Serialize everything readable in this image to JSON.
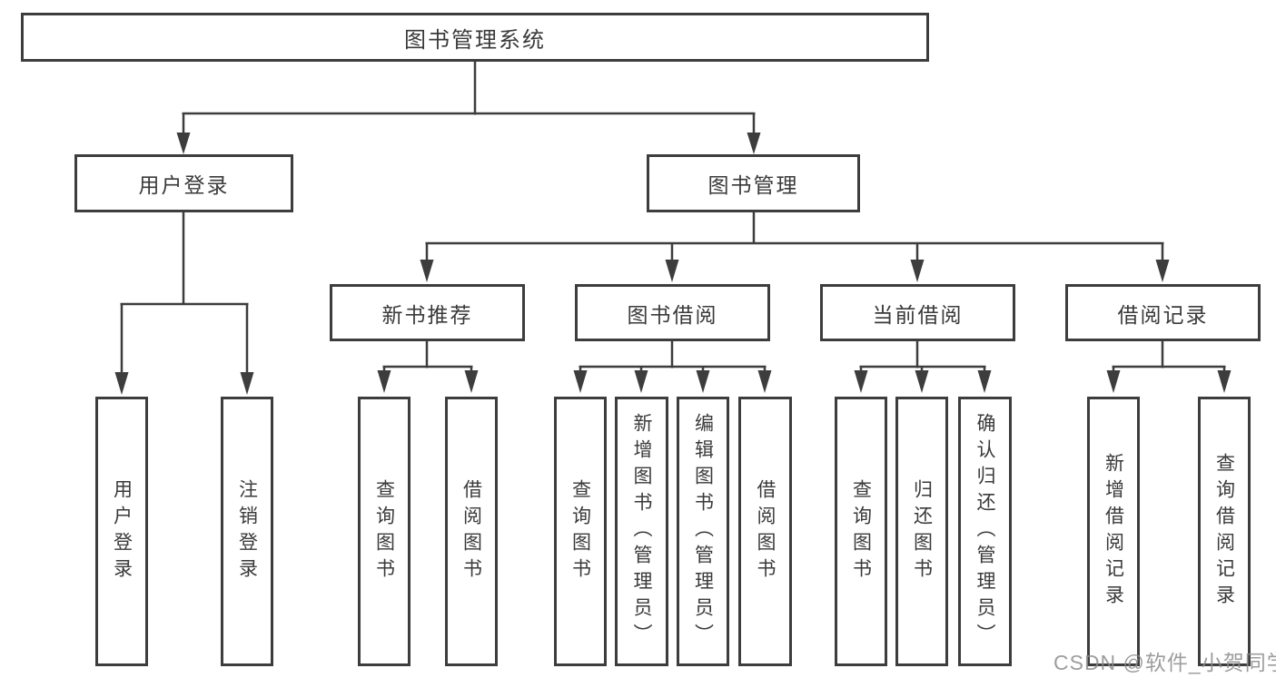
{
  "diagram": {
    "title": "图书管理系统",
    "watermark": "CSDN @软件_小贺同学",
    "colors": {
      "line": "#3d3d3d",
      "text": "#3a3a3a",
      "watermark": "#8c8c8c",
      "background": "#ffffff"
    },
    "nodes": {
      "root": "图书管理系统",
      "user_login": "用户登录",
      "book_mgmt": "图书管理",
      "new_book_rec": "新书推荐",
      "book_borrow": "图书借阅",
      "current_borrow": "当前借阅",
      "borrow_records": "借阅记录",
      "leaf_user_login": "用户登录",
      "leaf_logout": "注销登录",
      "leaf_query_book_rec": "查询图书",
      "leaf_borrow_book_rec": "借阅图书",
      "leaf_query_book_borrow": "查询图书",
      "leaf_add_book": "新增图书（管理员）",
      "leaf_edit_book": "编辑图书（管理员）",
      "leaf_borrow_book": "借阅图书",
      "leaf_query_book_current": "查询图书",
      "leaf_return_book": "归还图书",
      "leaf_confirm_return": "确认归还（管理员）",
      "leaf_add_borrow_record": "新增借阅记录",
      "leaf_query_borrow_record": "查询借阅记录"
    },
    "edges": [
      [
        "root",
        "user_login"
      ],
      [
        "root",
        "book_mgmt"
      ],
      [
        "user_login",
        "leaf_user_login"
      ],
      [
        "user_login",
        "leaf_logout"
      ],
      [
        "book_mgmt",
        "new_book_rec"
      ],
      [
        "book_mgmt",
        "book_borrow"
      ],
      [
        "book_mgmt",
        "current_borrow"
      ],
      [
        "book_mgmt",
        "borrow_records"
      ],
      [
        "new_book_rec",
        "leaf_query_book_rec"
      ],
      [
        "new_book_rec",
        "leaf_borrow_book_rec"
      ],
      [
        "book_borrow",
        "leaf_query_book_borrow"
      ],
      [
        "book_borrow",
        "leaf_add_book"
      ],
      [
        "book_borrow",
        "leaf_edit_book"
      ],
      [
        "book_borrow",
        "leaf_borrow_book"
      ],
      [
        "current_borrow",
        "leaf_query_book_current"
      ],
      [
        "current_borrow",
        "leaf_return_book"
      ],
      [
        "current_borrow",
        "leaf_confirm_return"
      ],
      [
        "borrow_records",
        "leaf_add_borrow_record"
      ],
      [
        "borrow_records",
        "leaf_query_borrow_record"
      ]
    ]
  }
}
